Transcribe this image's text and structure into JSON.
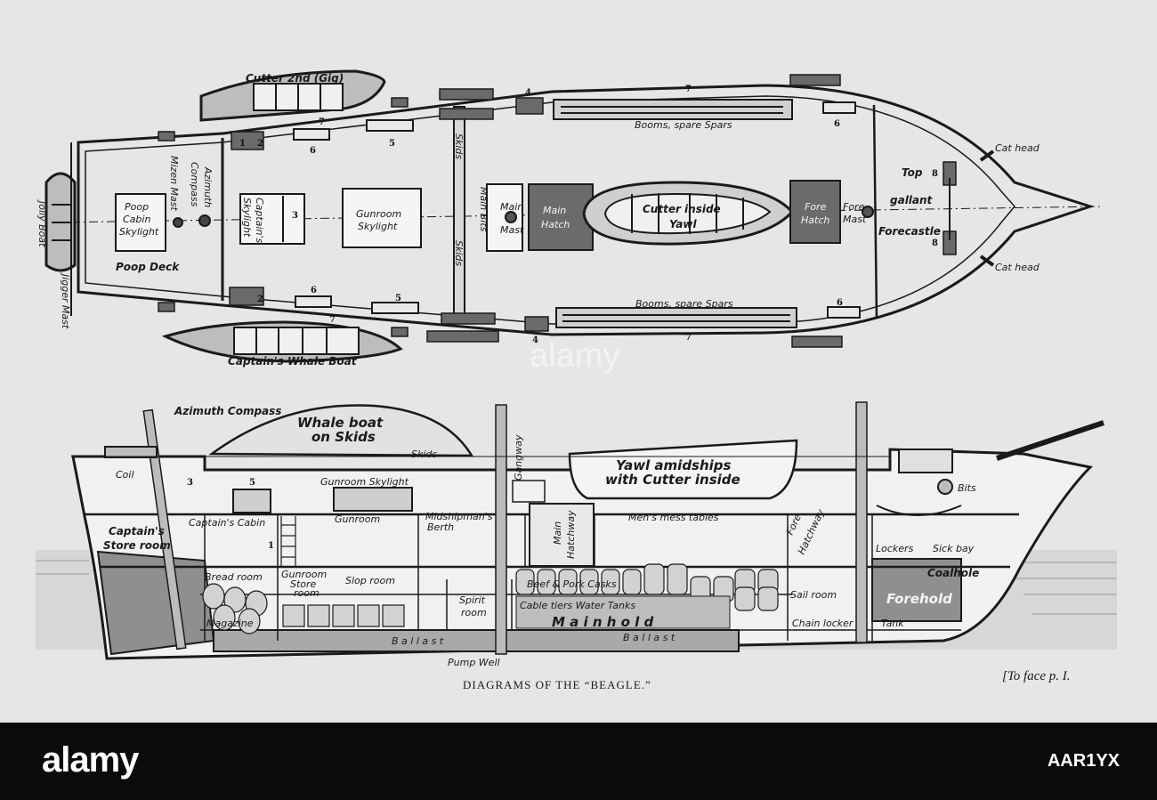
{
  "plan_view": {
    "labels": {
      "cutter_2nd": "Cutter 2nd (Gig)",
      "jolly_boat": "Jolly Boat",
      "jigger_mast": "Jigger Mast",
      "poop_cabin_skylight": [
        "Poop",
        "Cabin",
        "Skylight"
      ],
      "mizen_mast": "Mizen Mast",
      "azimuth_compass": [
        "Azimuth",
        "Compass"
      ],
      "captains_skylight": [
        "Captain's",
        "Skylight"
      ],
      "gunroom_skylight": [
        "Gunroom",
        "Skylight"
      ],
      "poop_deck": "Poop Deck",
      "skids_top": "Skids",
      "skids_bottom": "Skids",
      "main_bits": "Main Bits",
      "main_mast": [
        "Main",
        "Mast"
      ],
      "main_hatch": [
        "Main",
        "Hatch"
      ],
      "cutter_inside_yawl": [
        "Cutter inside",
        "Yawl"
      ],
      "fore_hatch": [
        "Fore",
        "Hatch"
      ],
      "fore_mast": [
        "Fore",
        "Mast"
      ],
      "booms_top": "Booms, spare Spars",
      "booms_bottom": "Booms, spare Spars",
      "top_gallant": [
        "Top",
        "gallant"
      ],
      "forecastle": "Forecastle",
      "cat_head_top": "Cat head",
      "cat_head_bottom": "Cat head",
      "captains_whale_boat": "Captain's Whale Boat"
    },
    "numbers": {
      "n1": "1",
      "n2a": "2",
      "n2b": "2",
      "n3": "3",
      "n4a": "4",
      "n4b": "4",
      "n5a": "5",
      "n5b": "5",
      "n6a": "6",
      "n6b": "6",
      "n6c": "6",
      "n6d": "6",
      "n7a": "7",
      "n7b": "7",
      "n7c": "7",
      "n7d": "7",
      "n8a": "8",
      "n8b": "8"
    }
  },
  "section_view": {
    "labels": {
      "azimuth_compass": "Azimuth Compass",
      "whale_boat": [
        "Whale boat",
        "on Skids"
      ],
      "skids": "Skids",
      "gangway": "Gangway",
      "yawl": [
        "Yawl amidships",
        "with Cutter inside"
      ],
      "bits": "Bits",
      "coil": "Coil",
      "gunroom_skylight": "Gunroom Skylight",
      "captains_cabin": "Captain's Cabin",
      "gunroom": "Gunroom",
      "midshipmans_berth": [
        "Midshipman's",
        "Berth"
      ],
      "mens_mess_tables": "Men's mess tables",
      "captains_store_room": [
        "Captain's",
        "Store room"
      ],
      "main_hatchway": [
        "Main",
        "Hatchway"
      ],
      "fore_hatchway": [
        "Fore",
        "Hatchway"
      ],
      "lockers": "Lockers",
      "sick_bay": "Sick bay",
      "coalhole": "Coalhole",
      "bread_room": "Bread room",
      "gunroom_store_room": [
        "Gunroom",
        "Store",
        "room"
      ],
      "slop_room": "Slop room",
      "spirit_room": [
        "Spirit",
        "room"
      ],
      "beef_pork_casks": "Beef & Pork Casks",
      "cable_tiers": "Cable tiers Water Tanks",
      "sail_room": "Sail room",
      "forehold": "Forehold",
      "magazine": "Magazine",
      "mainhold": "M a i n h o l d",
      "ballast_left": "B a l l a s t",
      "ballast_right": "B a l l a s t",
      "chain_locker": "Chain locker",
      "tank": "Tank",
      "pump_well": "Pump Well",
      "num_1": "1",
      "num_3": "3",
      "num_5": "5"
    }
  },
  "caption": "DIAGRAMS OF THE “BEAGLE.”",
  "to_face": "[To face p. I.",
  "watermark": "alamy",
  "footer": {
    "logo": "alamy",
    "image_id": "AAR1YX"
  }
}
